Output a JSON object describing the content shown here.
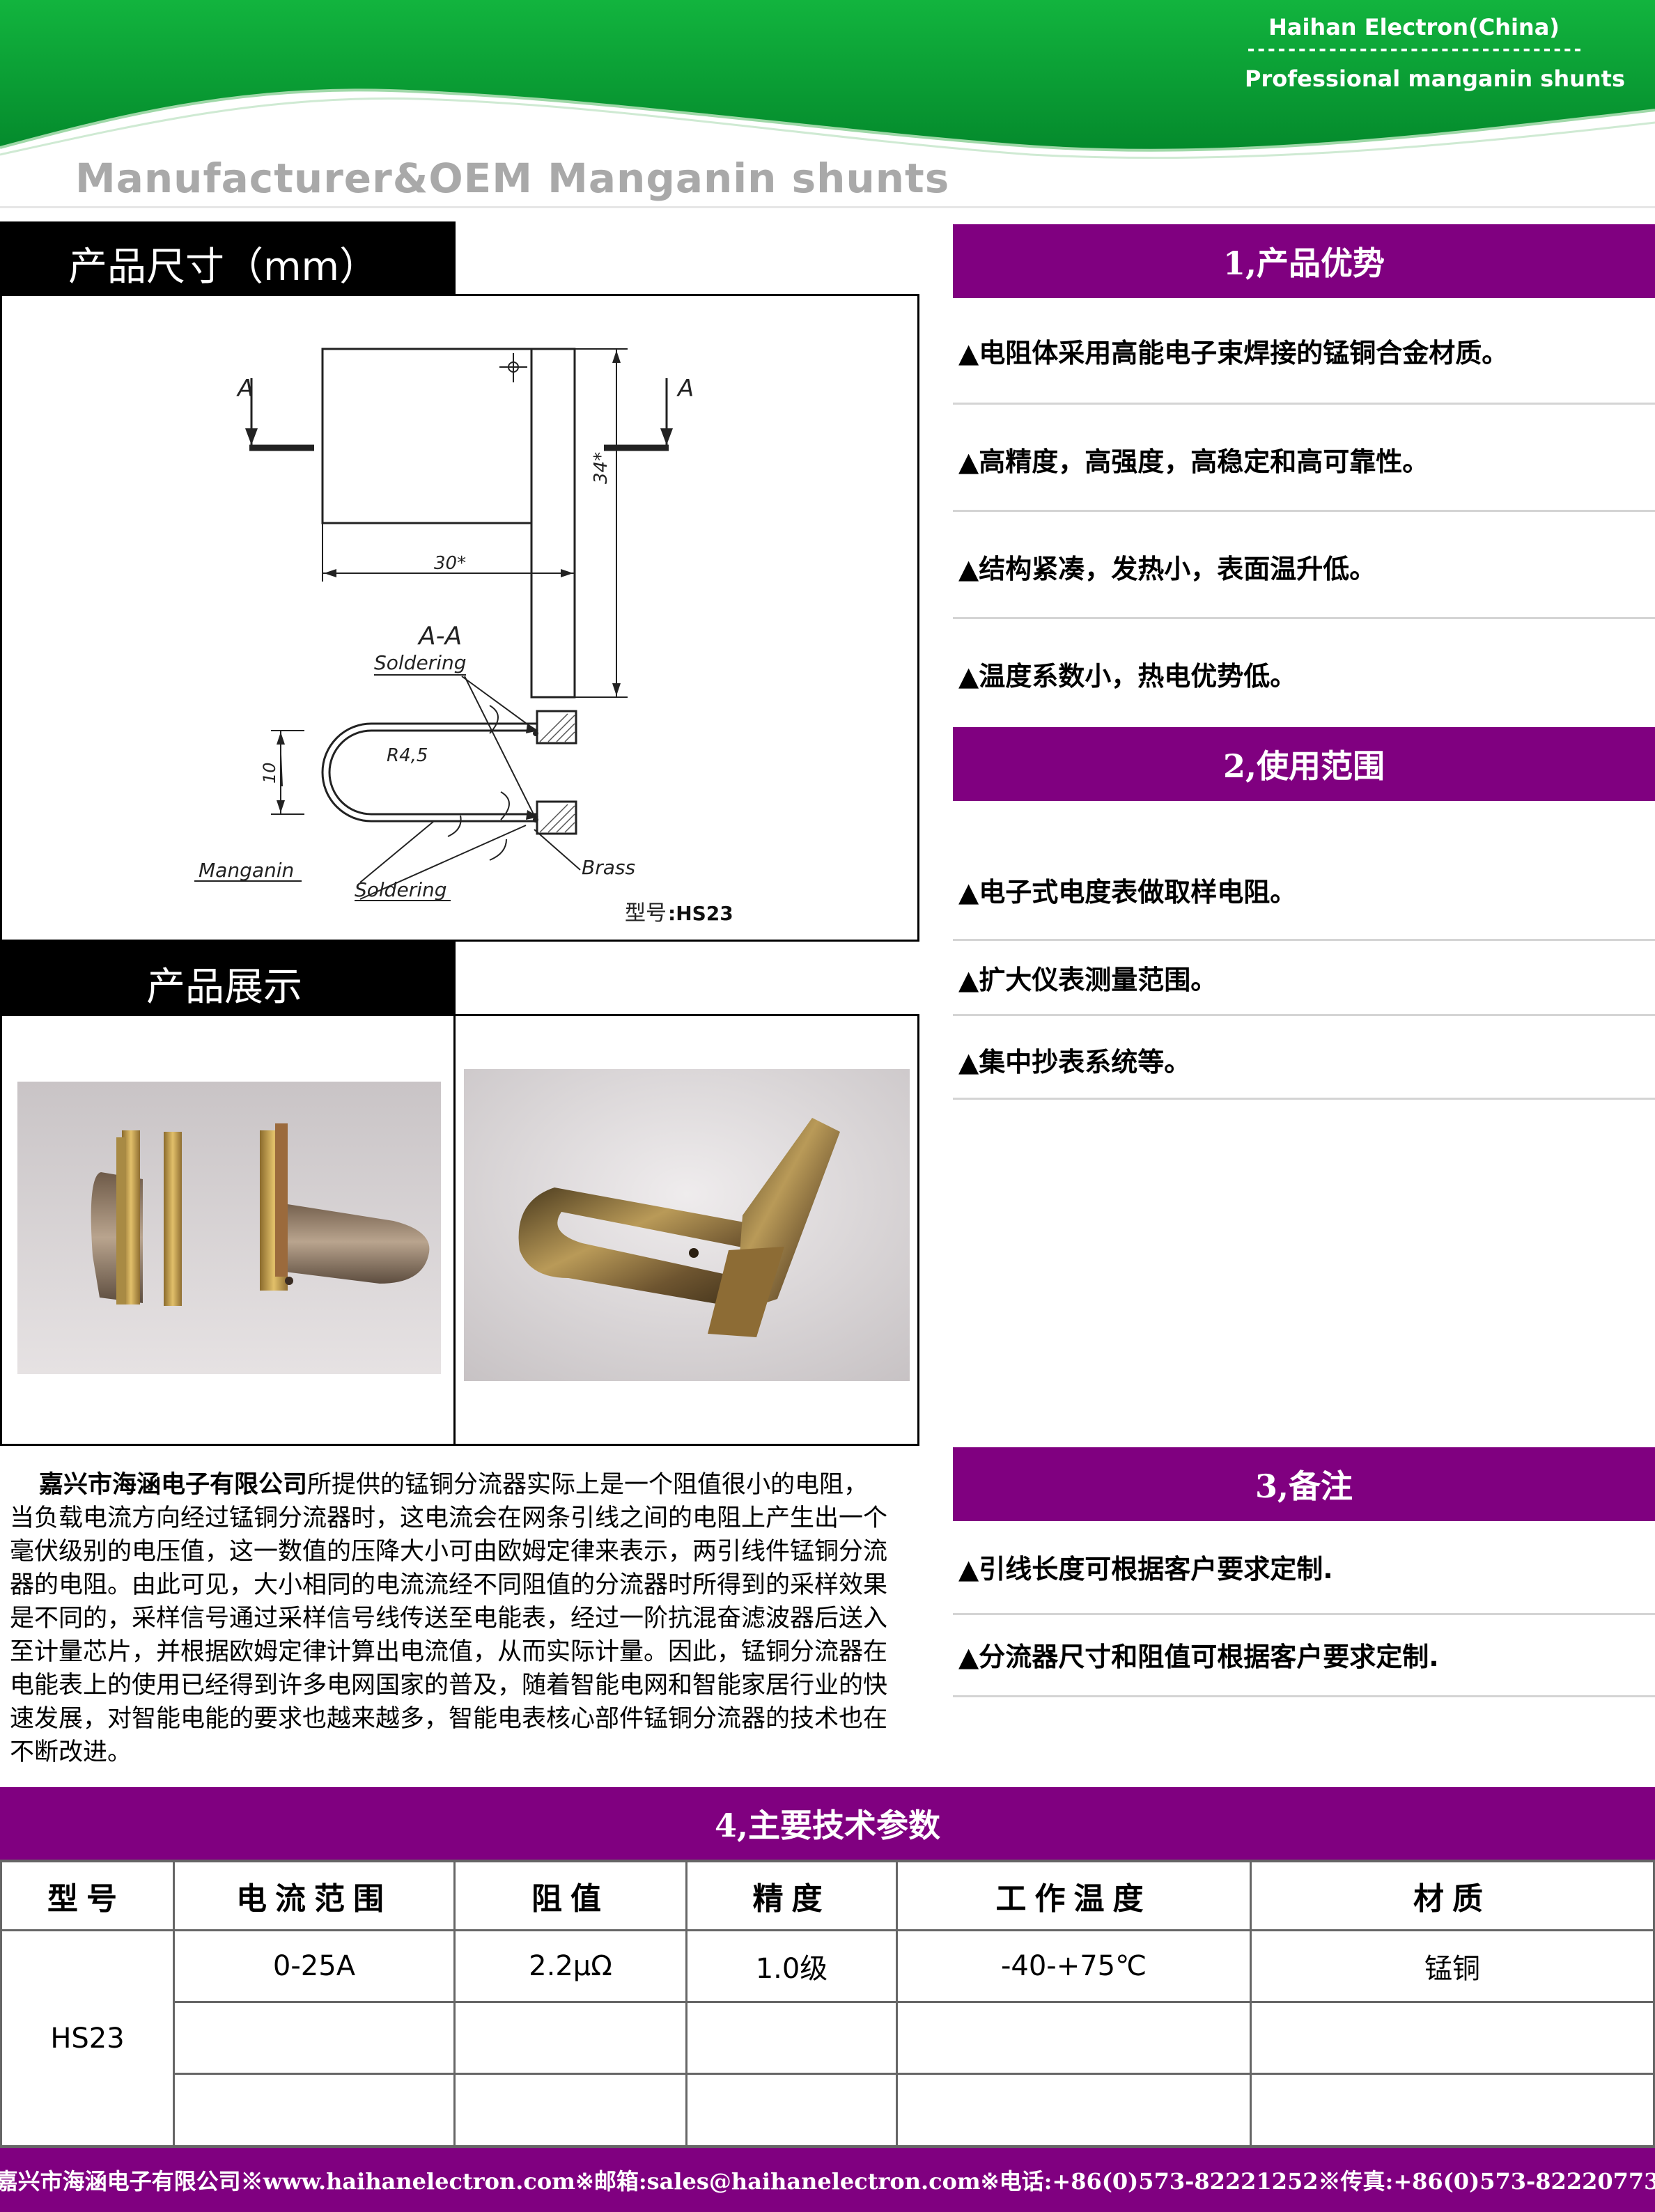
{
  "header": {
    "company": "Haihan Electron(China)",
    "dashes": "---------------------------------",
    "tagline": "Professional manganin shunts",
    "title": "Manufacturer&OEM Manganin shunts"
  },
  "dimensions": {
    "tab_label": "产品尺寸（mm）",
    "drawing": {
      "label_a_left": "A",
      "label_a_right": "A",
      "dim_height": "34*",
      "dim_width": "30*",
      "section_title": "A-A",
      "soldering_top": "Soldering",
      "dim_gap": "10",
      "radius": "R4,5",
      "manganin": "Manganin",
      "soldering_bottom": "Soldering",
      "brass": "Brass",
      "model_prefix": "型号",
      "model_value": ":HS23"
    }
  },
  "showcase": {
    "tab_label": "产品展示"
  },
  "advantages": {
    "title": "1,产品优势",
    "items": [
      "▲电阻体采用高能电子束焊接的锰铜合金材质。",
      "▲高精度，高强度，高稳定和高可靠性。",
      "▲结构紧凑，发热小，表面温升低。",
      "▲温度系数小，热电优势低。"
    ]
  },
  "usage": {
    "title": "2,使用范围",
    "items": [
      "▲电子式电度表做取样电阻。",
      "▲扩大仪表测量范围。",
      "▲集中抄表系统等。"
    ]
  },
  "notes": {
    "title": "3,备注",
    "items": [
      "▲引线长度可根据客户要求定制.",
      "▲分流器尺寸和阻值可根据客户要求定制."
    ]
  },
  "intro": {
    "company": "嘉兴市海涵电子有限公司",
    "lines": [
      "所提供的锰铜分流器实际上是一个阻值很小的电阻，",
      "当负载电流方向经过锰铜分流器时，这电流会在网条引线之间的电阻上产生出一个",
      "毫伏级别的电压值，这一数值的压降大小可由欧姆定律来表示，两引线件锰铜分流",
      "器的电阻。由此可见，大小相同的电流流经不同阻值的分流器时所得到的采样效果",
      "是不同的，采样信号通过采样信号线传送至电能表，经过一阶抗混奋滤波器后送入",
      "至计量芯片，并根据欧姆定律计算出电流值，从而实际计量。因此，锰铜分流器在",
      "电能表上的使用已经得到许多电网国家的普及，随着智能电网和智能家居行业的快",
      "速发展，对智能电能的要求也越来越多，智能电表核心部件锰铜分流器的技术也在",
      "不断改进。"
    ]
  },
  "specs": {
    "title": "4,主要技术参数",
    "headers": [
      "型号",
      "电流范围",
      "阻值",
      "精度",
      "工作温度",
      "材质"
    ],
    "model": "HS23",
    "rows": [
      [
        "0-25A",
        "2.2μΩ",
        "1.0级",
        "-40-+75℃",
        "锰铜"
      ],
      [
        "",
        "",
        "",
        "",
        ""
      ],
      [
        "",
        "",
        "",
        "",
        ""
      ]
    ]
  },
  "footer": {
    "text": "嘉兴市海涵电子有限公司※www.haihanelectron.com※邮箱:sales@haihanelectron.com※电话:+86(0)573-82221252※传真:+86(0)573-82220773"
  },
  "colors": {
    "green": "#0aa33a",
    "purple": "#800080",
    "black": "#000000"
  }
}
